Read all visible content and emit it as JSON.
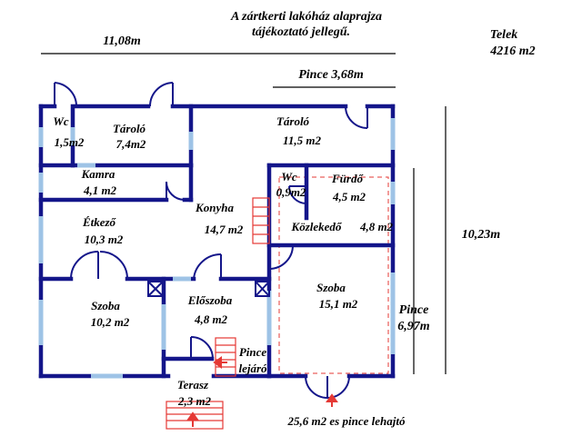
{
  "header": {
    "title_line1": "A zártkerti lakóház alaprajza",
    "title_line2": "tájékoztató jellegű."
  },
  "plot": {
    "label": "Telek",
    "area": "4216 m2"
  },
  "dimensions": {
    "width": "11,08m",
    "depth": "10,23m",
    "cellar_top": "Pince 3,68m",
    "cellar_side_label": "Pince",
    "cellar_side_value": "6,97m"
  },
  "rooms": {
    "wc1": {
      "name": "Wc",
      "area": "1,5m2"
    },
    "storage1": {
      "name": "Tároló",
      "area": "7,4m2"
    },
    "storage2": {
      "name": "Tároló",
      "area": "11,5 m2"
    },
    "pantry": {
      "name": "Kamra",
      "area": "4,1 m2"
    },
    "wc2": {
      "name": "Wc",
      "area": "0,9m2"
    },
    "bathroom": {
      "name": "Fürdő",
      "area": "4,5 m2"
    },
    "kitchen": {
      "name": "Konyha",
      "area": "14,7 m2"
    },
    "dining": {
      "name": "Étkező",
      "area": "10,3 m2"
    },
    "corridor": {
      "name": "Közlekedő",
      "area": "4,8 m2"
    },
    "room1": {
      "name": "Szoba",
      "area": "10,2 m2"
    },
    "hall": {
      "name": "Előszoba",
      "area": "4,8 m2"
    },
    "room2": {
      "name": "Szoba",
      "area": "15,1 m2"
    },
    "terrace": {
      "name": "Terasz",
      "area": "2,3 m2"
    }
  },
  "notes": {
    "cellar_stairs_line1": "Pince",
    "cellar_stairs_line2": "lejáró",
    "basement_ramp": "25,6 m2 es pince lehajtó"
  },
  "colors": {
    "wall": "#14168a",
    "window": "#9ec3e6",
    "stairs": "#e53935",
    "text": "#000000"
  }
}
